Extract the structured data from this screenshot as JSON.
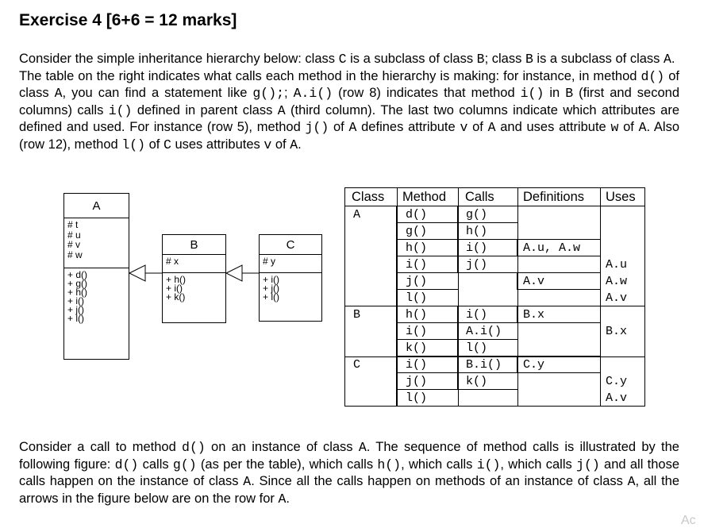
{
  "title": "Exercise 4 [6+6 = 12 marks]",
  "intro": [
    {
      "t": "Consider the simple inheritance hierarchy below: class "
    },
    {
      "c": "C"
    },
    {
      "t": " is a subclass of class "
    },
    {
      "c": "B"
    },
    {
      "t": "; class "
    },
    {
      "c": "B"
    },
    {
      "t": " is a subclass of class "
    },
    {
      "c": "A"
    },
    {
      "t": ".\n"
    },
    {
      "t": "The table on the right indicates what calls each method in the hierarchy is making: for instance, in method "
    },
    {
      "c": "d()"
    },
    {
      "t": " of class "
    },
    {
      "c": "A"
    },
    {
      "t": ", you can find a statement like "
    },
    {
      "c": "g();"
    },
    {
      "t": "; "
    },
    {
      "c": "A.i()"
    },
    {
      "t": " (row 8) indicates that method "
    },
    {
      "c": "i()"
    },
    {
      "t": " in "
    },
    {
      "c": "B"
    },
    {
      "t": " (first and second columns) calls "
    },
    {
      "c": "i()"
    },
    {
      "t": " defined in parent class "
    },
    {
      "c": "A"
    },
    {
      "t": " (third column). The last two columns indicate which attributes are defined and used. For instance (row 5), method "
    },
    {
      "c": "j()"
    },
    {
      "t": " of "
    },
    {
      "c": "A"
    },
    {
      "t": " defines attribute "
    },
    {
      "c": "v"
    },
    {
      "t": " of "
    },
    {
      "c": "A"
    },
    {
      "t": " and uses attribute "
    },
    {
      "c": "w"
    },
    {
      "t": " of "
    },
    {
      "c": "A"
    },
    {
      "t": ". Also (row 12), method "
    },
    {
      "c": "l()"
    },
    {
      "t": " of "
    },
    {
      "c": "C"
    },
    {
      "t": " uses attributes "
    },
    {
      "c": "v"
    },
    {
      "t": " of "
    },
    {
      "c": "A"
    },
    {
      "t": "."
    }
  ],
  "uml": {
    "A": {
      "name": "A",
      "attributes": [
        "# t",
        "# u",
        "# v",
        "# w"
      ],
      "methods": [
        "+ d()",
        "+ g()",
        "+ h()",
        "+ i()",
        "+ j()",
        "+ l()"
      ]
    },
    "B": {
      "name": "B",
      "attributes": [
        "# x"
      ],
      "methods": [
        "+ h()",
        "+ i()",
        "+ k()"
      ]
    },
    "C": {
      "name": "C",
      "attributes": [
        "# y"
      ],
      "methods": [
        "+ i()",
        "+ j()",
        "+ l()"
      ]
    }
  },
  "table": {
    "headers": [
      "Class",
      "Method",
      "Calls",
      "Definitions",
      "Uses"
    ],
    "rows": [
      {
        "cls": "A",
        "method": "d()",
        "calls": "g()",
        "defs": "",
        "uses": ""
      },
      {
        "cls": "",
        "method": "g()",
        "calls": "h()",
        "defs": "",
        "uses": ""
      },
      {
        "cls": "",
        "method": "h()",
        "calls": "i()",
        "defs": "A.u, A.w",
        "uses": ""
      },
      {
        "cls": "",
        "method": "i()",
        "calls": "j()",
        "defs": "",
        "uses": "A.u"
      },
      {
        "cls": "",
        "method": "j()",
        "calls": "",
        "defs": "A.v",
        "uses": "A.w"
      },
      {
        "cls": "",
        "method": "l()",
        "calls": "",
        "defs": "",
        "uses": "A.v"
      },
      {
        "cls": "B",
        "method": "h()",
        "calls": "i()",
        "defs": "B.x",
        "uses": ""
      },
      {
        "cls": "",
        "method": "i()",
        "calls": "A.i()",
        "defs": "",
        "uses": "B.x"
      },
      {
        "cls": "",
        "method": "k()",
        "calls": "l()",
        "defs": "",
        "uses": ""
      },
      {
        "cls": "C",
        "method": "i()",
        "calls": "B.i()",
        "defs": "C.y",
        "uses": ""
      },
      {
        "cls": "",
        "method": "j()",
        "calls": "k()",
        "defs": "",
        "uses": "C.y"
      },
      {
        "cls": "",
        "method": "l()",
        "calls": "",
        "defs": "",
        "uses": "A.v"
      }
    ]
  },
  "bottom": [
    {
      "t": "Consider a call to method "
    },
    {
      "c": "d()"
    },
    {
      "t": " on an instance of class "
    },
    {
      "c": "A"
    },
    {
      "t": ". The sequence of method calls is illustrated by the following figure: "
    },
    {
      "c": "d()"
    },
    {
      "t": " calls "
    },
    {
      "c": "g()"
    },
    {
      "t": " (as per the table), which calls "
    },
    {
      "c": "h()"
    },
    {
      "t": ", which calls "
    },
    {
      "c": "i()"
    },
    {
      "t": ", which calls "
    },
    {
      "c": "j()"
    },
    {
      "t": " and all those calls happen on the instance of class "
    },
    {
      "c": "A"
    },
    {
      "t": ". Since all the calls happen on methods of an instance of class "
    },
    {
      "c": "A"
    },
    {
      "t": ", all the arrows in the figure below are on the row for "
    },
    {
      "c": "A"
    },
    {
      "t": "."
    }
  ],
  "corner_fragment": "Ac"
}
